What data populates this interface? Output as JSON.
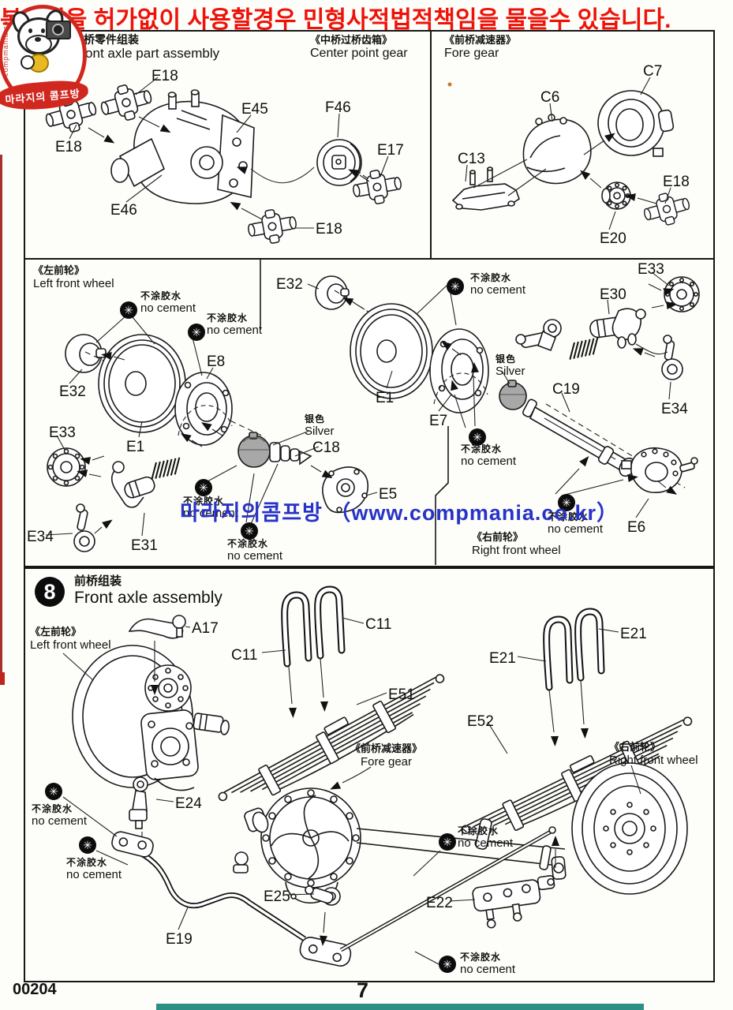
{
  "page": {
    "warning": "복사지을 허가없이 사용할경우 민형사적법적책임을 물을수 있습니다.",
    "watermark": "마라지의콤프방 （www.compmania.co.kr）"
  },
  "stamp": {
    "ribbon": "마라지의 콤프방",
    "side_url": "compmania.co.kr"
  },
  "notes": {
    "no_cement": {
      "cn": "不涂胶水",
      "en": "no cement"
    },
    "silver": {
      "cn": "银色",
      "en": "Silver"
    },
    "badge_glyph": "✳"
  },
  "sections": {
    "top_left": {
      "title_cn": "前桥零件组装",
      "title_en": "Front axle part assembly",
      "sub_cn": "《中桥过桥齿箱》",
      "sub_en": "Center point gear",
      "parts": [
        "E18",
        "E18",
        "E45",
        "F46",
        "E17",
        "E46",
        "E18"
      ]
    },
    "top_right": {
      "title_cn": "《前桥减速器》",
      "title_en": "Fore gear",
      "parts": [
        "C7",
        "C6",
        "C13",
        "E18",
        "E20"
      ]
    },
    "mid_left": {
      "title_cn": "《左前轮》",
      "title_en": "Left front wheel",
      "parts": [
        "E32",
        "E1",
        "E8",
        "C18",
        "E5",
        "E33",
        "E31",
        "E34"
      ]
    },
    "mid_right": {
      "title_cn": "《右前轮》",
      "title_en": "Right front wheel",
      "parts": [
        "E32",
        "E1",
        "E7",
        "E30",
        "E33",
        "E34",
        "C19",
        "E6"
      ]
    },
    "assembly": {
      "step_number": "8",
      "title_cn": "前桥组装",
      "title_en": "Front axle assembly",
      "caption_left_cn": "《左前轮》",
      "caption_left_en": "Left front wheel",
      "caption_mid_cn": "《前桥减速器》",
      "caption_mid_en": "Fore gear",
      "caption_right_cn": "《右前轮》",
      "caption_right_en": "Right front wheel",
      "parts": [
        "A17",
        "C11",
        "C11",
        "E51",
        "E21",
        "E52",
        "E21",
        "E24",
        "E19",
        "E25",
        "E22"
      ]
    }
  },
  "footer": {
    "product_code": "00204",
    "page_number": "7"
  },
  "colors": {
    "warning_red": "#ee1309",
    "watermark_blue": "#2733c8",
    "footer_teal": "#2e8f84",
    "part_gray": "#a8a8a8"
  }
}
